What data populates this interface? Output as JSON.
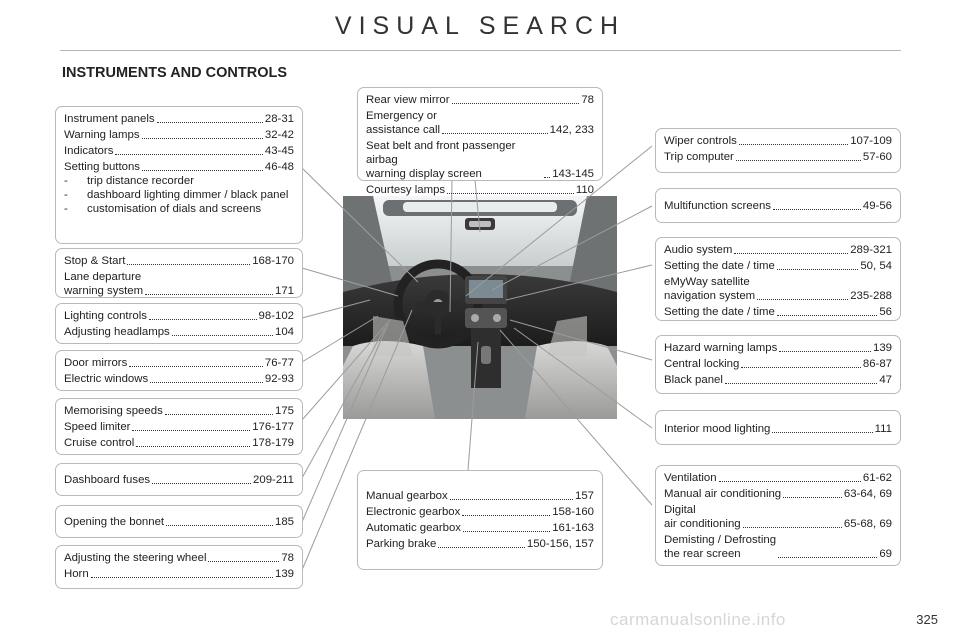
{
  "header": {
    "title": "VISUAL SEARCH",
    "section": "INSTRUMENTS AND CONTROLS"
  },
  "boxes": [
    {
      "entries": [
        {
          "label": "Instrument panels",
          "pages": "28-31"
        },
        {
          "label": "Warning lamps",
          "pages": "32-42"
        },
        {
          "label": "Indicators",
          "pages": "43-45"
        },
        {
          "label": "Setting buttons",
          "pages": "46-48"
        }
      ],
      "subitems": [
        "trip distance recorder",
        "dashboard lighting dimmer / black panel",
        "customisation of dials and screens"
      ]
    },
    {
      "entries": [
        {
          "label": "Stop & Start",
          "pages": "168-170"
        },
        {
          "label": "Lane departure\nwarning system",
          "pages": "171"
        }
      ]
    },
    {
      "entries": [
        {
          "label": "Lighting controls",
          "pages": "98-102"
        },
        {
          "label": "Adjusting headlamps",
          "pages": "104"
        }
      ]
    },
    {
      "entries": [
        {
          "label": "Door mirrors",
          "pages": "76-77"
        },
        {
          "label": "Electric windows",
          "pages": "92-93"
        }
      ]
    },
    {
      "entries": [
        {
          "label": "Memorising speeds",
          "pages": "175"
        },
        {
          "label": "Speed limiter",
          "pages": "176-177"
        },
        {
          "label": "Cruise control",
          "pages": "178-179"
        }
      ]
    },
    {
      "entries": [
        {
          "label": "Dashboard fuses",
          "pages": "209-211"
        }
      ]
    },
    {
      "entries": [
        {
          "label": "Opening the bonnet",
          "pages": "185"
        }
      ]
    },
    {
      "entries": [
        {
          "label": "Adjusting the steering wheel",
          "pages": "78"
        },
        {
          "label": "Horn",
          "pages": "139"
        }
      ]
    },
    {
      "entries": [
        {
          "label": "Rear view mirror",
          "pages": "78"
        },
        {
          "label": "Emergency or\nassistance call",
          "pages": "142, 233"
        },
        {
          "label": "Seat belt and front passenger airbag\nwarning display screen",
          "pages": "143-145"
        },
        {
          "label": "Courtesy lamps",
          "pages": "110"
        }
      ]
    },
    {
      "entries": [
        {
          "label": "Manual gearbox",
          "pages": "157"
        },
        {
          "label": "Electronic gearbox",
          "pages": "158-160"
        },
        {
          "label": "Automatic gearbox",
          "pages": "161-163"
        },
        {
          "label": "Parking brake",
          "pages": "150-156, 157"
        }
      ]
    },
    {
      "entries": [
        {
          "label": "Wiper controls",
          "pages": "107-109"
        },
        {
          "label": "Trip computer",
          "pages": "57-60"
        }
      ]
    },
    {
      "entries": [
        {
          "label": "Multifunction screens",
          "pages": "49-56"
        }
      ]
    },
    {
      "entries": [
        {
          "label": "Audio system",
          "pages": "289-321"
        },
        {
          "label": "Setting the date / time",
          "pages": "50, 54"
        },
        {
          "label": "eMyWay satellite\nnavigation system",
          "pages": "235-288"
        },
        {
          "label": "Setting the date / time",
          "pages": "56"
        }
      ]
    },
    {
      "entries": [
        {
          "label": "Hazard warning lamps",
          "pages": "139"
        },
        {
          "label": "Central locking",
          "pages": "86-87"
        },
        {
          "label": "Black panel",
          "pages": "47"
        }
      ]
    },
    {
      "entries": [
        {
          "label": "Interior mood lighting",
          "pages": "111"
        }
      ]
    },
    {
      "entries": [
        {
          "label": "Ventilation",
          "pages": "61-62"
        },
        {
          "label": "Manual air conditioning",
          "pages": "63-64, 69"
        },
        {
          "label": "Digital\nair conditioning",
          "pages": "65-68, 69"
        },
        {
          "label": "Demisting / Defrosting\nthe rear screen",
          "pages": "69"
        }
      ]
    }
  ],
  "page_number": "325",
  "watermark": "carmanualsonline.info"
}
